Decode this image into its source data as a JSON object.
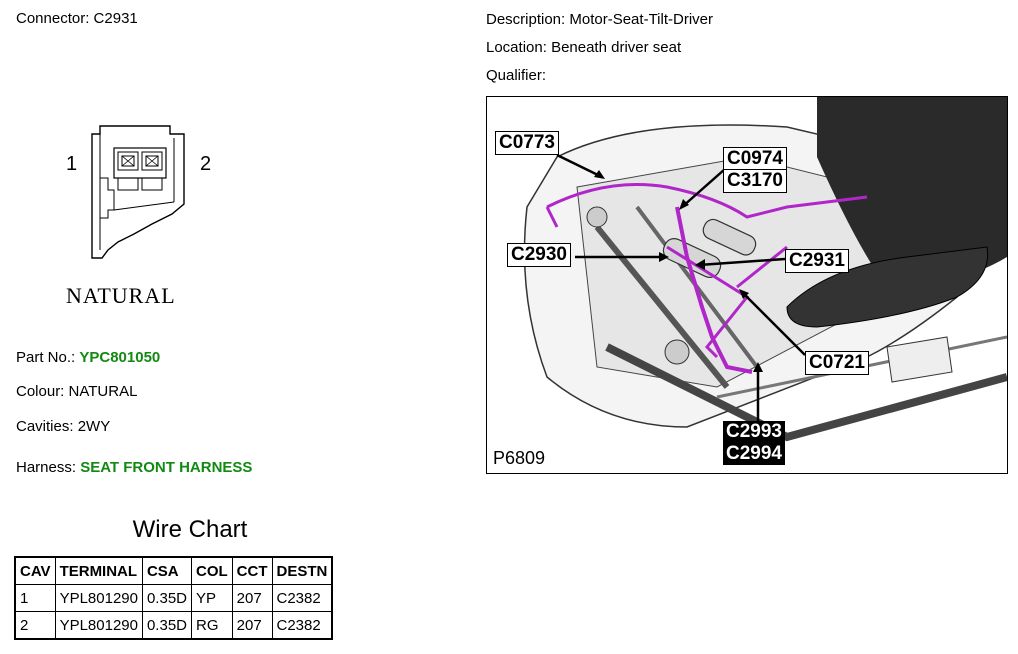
{
  "connector": {
    "label": "Connector:",
    "value": "C2931",
    "pin_left": "1",
    "pin_right": "2",
    "drawing_text": "NATURAL"
  },
  "details": {
    "part_no_label": "Part No.:",
    "part_no": "YPC801050",
    "colour_label": "Colour:",
    "colour": "NATURAL",
    "cavities_label": "Cavities:",
    "cavities": "2WY",
    "harness_label": "Harness:",
    "harness": "SEAT FRONT HARNESS"
  },
  "description": {
    "label": "Description:",
    "value": "Motor-Seat-Tilt-Driver",
    "location_label": "Location:",
    "location": "Beneath driver seat",
    "qualifier_label": "Qualifier:",
    "qualifier": ""
  },
  "location_image": {
    "ref": "P6809",
    "callouts": [
      "C0773",
      "C0974",
      "C3170",
      "C2930",
      "C2931",
      "C0721",
      "C2993",
      "C2994"
    ]
  },
  "wire_chart": {
    "title": "Wire Chart",
    "headers": [
      "CAV",
      "TERMINAL",
      "CSA",
      "COL",
      "CCT",
      "DESTN"
    ],
    "rows": [
      [
        "1",
        "YPL801290",
        "0.35D",
        "YP",
        "207",
        "C2382"
      ],
      [
        "2",
        "YPL801290",
        "0.35D",
        "RG",
        "207",
        "C2382"
      ]
    ]
  },
  "colors": {
    "link_green": "#128a12",
    "harness_magenta": "#b026c8"
  }
}
